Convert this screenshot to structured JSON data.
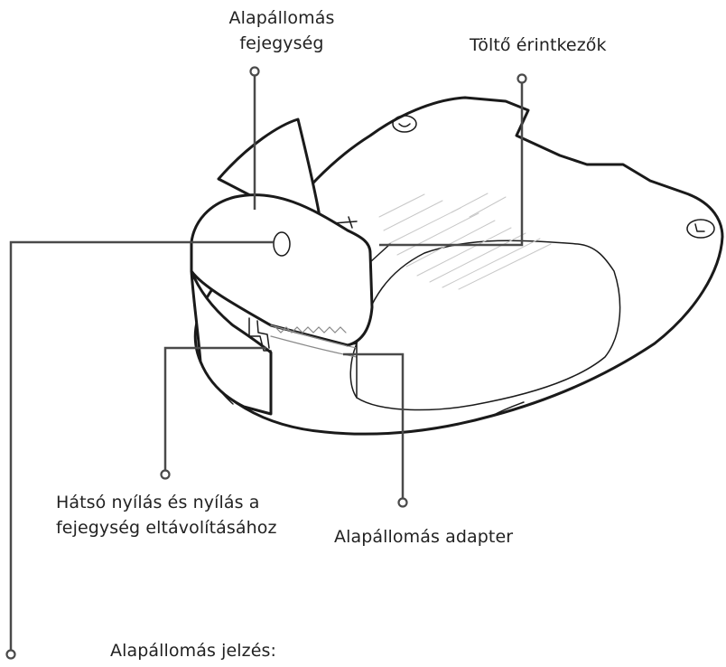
{
  "labels": {
    "head_unit_line1": "Alapállomás",
    "head_unit_line2": "fejegység",
    "charging_contacts": "Töltő érintkezők",
    "rear_opening_line1": "Hátsó nyílás és nyílás a",
    "rear_opening_line2": "fejegység eltávolításához",
    "adapter": "Alapállomás adapter",
    "indicator": "Alapállomás jelzés:"
  }
}
